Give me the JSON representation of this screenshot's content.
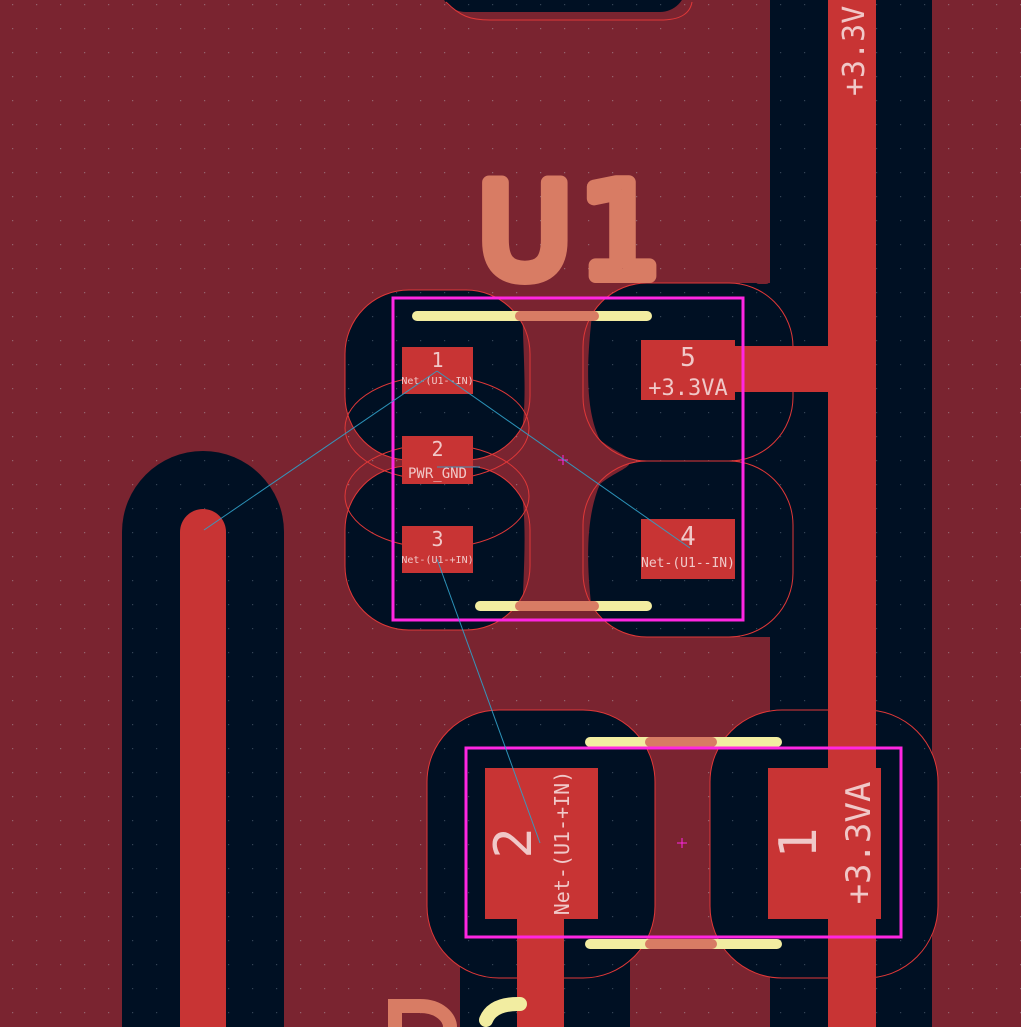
{
  "colors": {
    "copper_fill": "#7a2430",
    "board_bg": "#001023",
    "pad": "#c83434",
    "track": "#c83434",
    "clearance_outline": "#e03838",
    "courtyard": "#ff26e2",
    "silkscreen": "#f2eda1",
    "fab_refdes": "#d87c64",
    "ratsnest": "#30a0c8",
    "grid_dot": "#c86464"
  },
  "viewer": {
    "type": "pcb-editor-canvas",
    "layer": "F.Cu"
  },
  "components": {
    "u1": {
      "refdes": "U1",
      "pads": [
        {
          "num": "1",
          "net": "Net-(U1--IN)"
        },
        {
          "num": "2",
          "net": "PWR_GND"
        },
        {
          "num": "3",
          "net": "Net-(U1-+IN)"
        },
        {
          "num": "4",
          "net": "Net-(U1--IN)"
        },
        {
          "num": "5",
          "net": "+3.3VA"
        }
      ]
    },
    "c_lower": {
      "pads": [
        {
          "num": "2",
          "net": "Net-(U1-+IN)"
        },
        {
          "num": "1",
          "net": "+3.3VA"
        }
      ]
    },
    "partial_bottom": {
      "refdes_fragment": "D"
    }
  },
  "tracks": {
    "vertical_rail": {
      "net": "+3.3V"
    }
  }
}
